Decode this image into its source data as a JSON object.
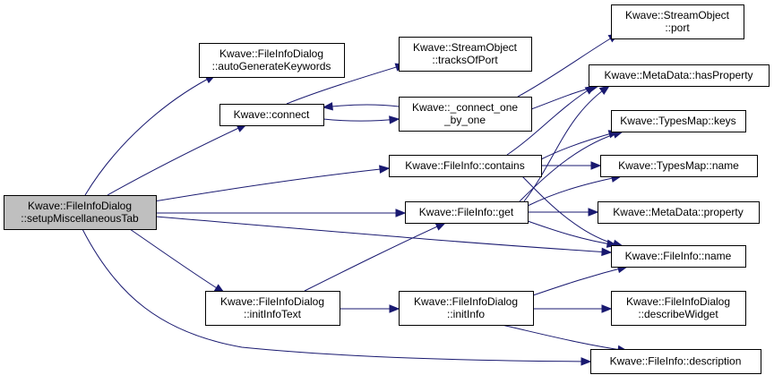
{
  "graph": {
    "colors": {
      "edge": "#191970",
      "node_border": "#000000",
      "node_fill": "#ffffff",
      "root_fill": "#bfbfbf",
      "text": "#000000"
    },
    "nodes": [
      {
        "id": "root",
        "lines": [
          "Kwave::FileInfoDialog",
          "::setupMiscellaneousTab"
        ],
        "root": true
      },
      {
        "id": "autogen",
        "lines": [
          "Kwave::FileInfoDialog",
          "::autoGenerateKeywords"
        ]
      },
      {
        "id": "connect",
        "lines": [
          "Kwave::connect"
        ]
      },
      {
        "id": "tracksofport",
        "lines": [
          "Kwave::StreamObject",
          "::tracksOfPort"
        ]
      },
      {
        "id": "connect_one",
        "lines": [
          "Kwave::_connect_one",
          "_by_one"
        ]
      },
      {
        "id": "contains",
        "lines": [
          "Kwave::FileInfo::contains"
        ]
      },
      {
        "id": "get",
        "lines": [
          "Kwave::FileInfo::get"
        ]
      },
      {
        "id": "initinfotext",
        "lines": [
          "Kwave::FileInfoDialog",
          "::initInfoText"
        ]
      },
      {
        "id": "initinfo",
        "lines": [
          "Kwave::FileInfoDialog",
          "::initInfo"
        ]
      },
      {
        "id": "port",
        "lines": [
          "Kwave::StreamObject",
          "::port"
        ]
      },
      {
        "id": "hasproperty",
        "lines": [
          "Kwave::MetaData::hasProperty"
        ]
      },
      {
        "id": "keys",
        "lines": [
          "Kwave::TypesMap::keys"
        ]
      },
      {
        "id": "typesname",
        "lines": [
          "Kwave::TypesMap::name"
        ]
      },
      {
        "id": "property",
        "lines": [
          "Kwave::MetaData::property"
        ]
      },
      {
        "id": "fileinfoname",
        "lines": [
          "Kwave::FileInfo::name"
        ]
      },
      {
        "id": "describewidget",
        "lines": [
          "Kwave::FileInfoDialog",
          "::describeWidget"
        ]
      },
      {
        "id": "description",
        "lines": [
          "Kwave::FileInfo::description"
        ]
      }
    ],
    "edges": [
      {
        "from": "root",
        "to": "autogen"
      },
      {
        "from": "root",
        "to": "connect"
      },
      {
        "from": "root",
        "to": "contains"
      },
      {
        "from": "root",
        "to": "get"
      },
      {
        "from": "root",
        "to": "fileinfoname"
      },
      {
        "from": "root",
        "to": "initinfotext"
      },
      {
        "from": "root",
        "to": "description"
      },
      {
        "from": "connect",
        "to": "tracksofport"
      },
      {
        "from": "connect",
        "to": "connect_one"
      },
      {
        "from": "connect_one",
        "to": "connect"
      },
      {
        "from": "connect_one",
        "to": "port"
      },
      {
        "from": "connect_one",
        "to": "hasproperty"
      },
      {
        "from": "contains",
        "to": "hasproperty"
      },
      {
        "from": "contains",
        "to": "keys"
      },
      {
        "from": "contains",
        "to": "typesname"
      },
      {
        "from": "contains",
        "to": "fileinfoname"
      },
      {
        "from": "get",
        "to": "hasproperty"
      },
      {
        "from": "get",
        "to": "keys"
      },
      {
        "from": "get",
        "to": "typesname"
      },
      {
        "from": "get",
        "to": "property"
      },
      {
        "from": "get",
        "to": "fileinfoname"
      },
      {
        "from": "initinfotext",
        "to": "get"
      },
      {
        "from": "initinfotext",
        "to": "initinfo"
      },
      {
        "from": "initinfo",
        "to": "fileinfoname"
      },
      {
        "from": "initinfo",
        "to": "describewidget"
      },
      {
        "from": "initinfo",
        "to": "description"
      }
    ]
  }
}
